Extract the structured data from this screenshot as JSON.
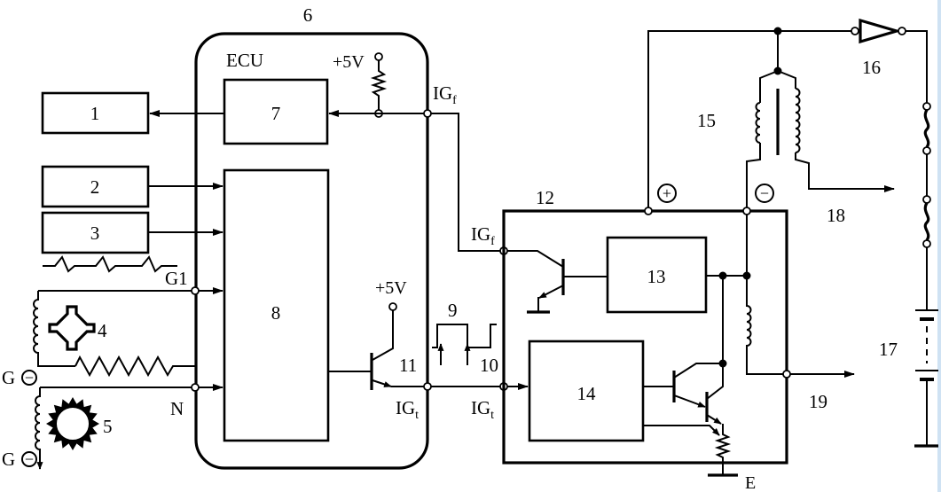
{
  "labels": {
    "ecu_number": "6",
    "ecu_title": "ECU",
    "vcc_top": "+5V",
    "vcc_bottom": "+5V",
    "block_1": "1",
    "block_2": "2",
    "block_3": "3",
    "block_7": "7",
    "block_8": "8",
    "sensor_4": "4",
    "sensor_5": "5",
    "g1": "G1",
    "g_top": "G",
    "g_top_minus": "−",
    "g_bottom": "G",
    "g_bottom_minus": "−",
    "n": "N",
    "pulse_9": "9",
    "node_11": "11",
    "node_10": "10",
    "igniter_12": "12",
    "block_13": "13",
    "block_14": "14",
    "coil_15": "15",
    "switch_16": "16",
    "battery_17": "17",
    "output_18": "18",
    "output_19": "19",
    "ground_e": "E",
    "terminal_plus": "+",
    "terminal_minus": "−"
  },
  "signals": {
    "igf_ecu": {
      "main": "IG",
      "sub": "f"
    },
    "igf_igniter": {
      "main": "IG",
      "sub": "f"
    },
    "igt_ecu": {
      "main": "IG",
      "sub": "t"
    },
    "igt_igniter": {
      "main": "IG",
      "sub": "t"
    }
  }
}
